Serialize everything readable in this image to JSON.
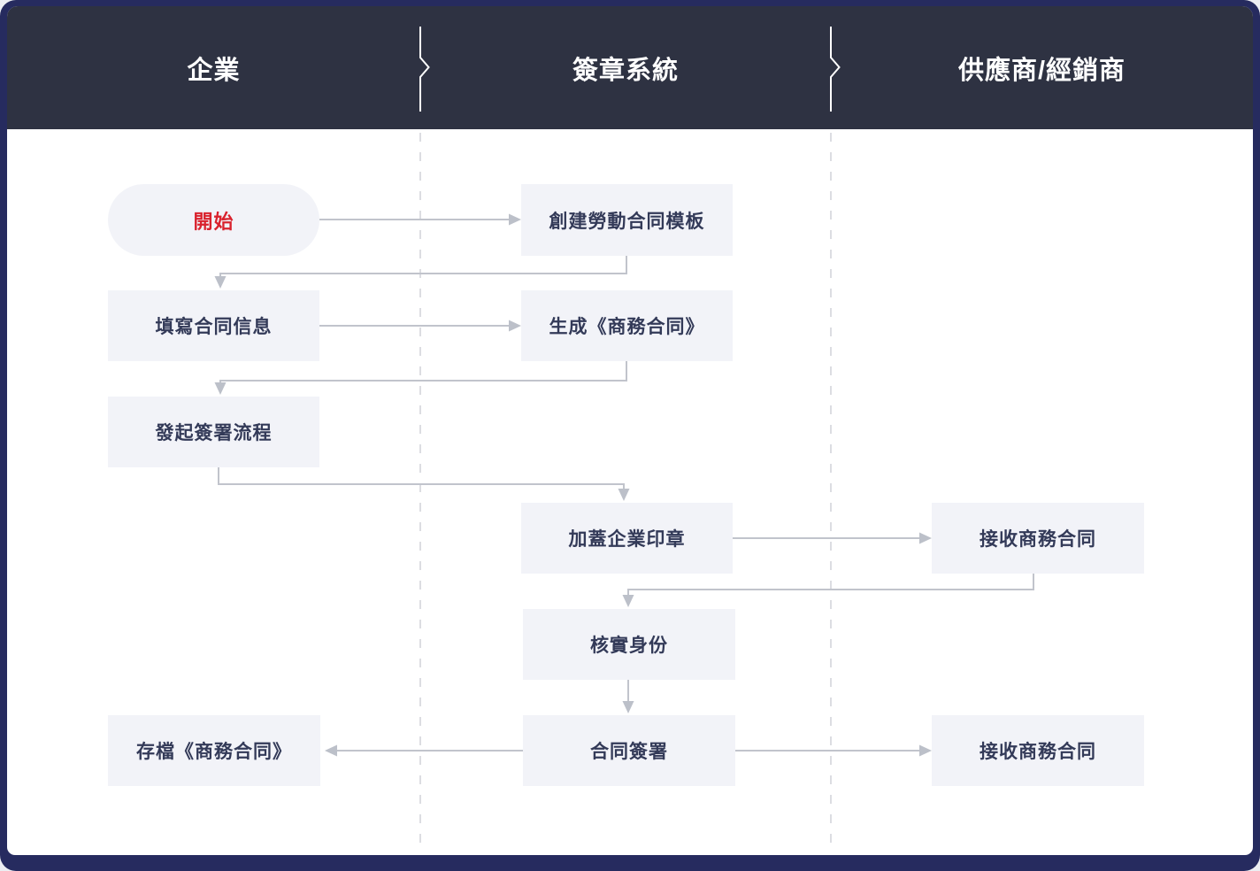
{
  "diagram": {
    "type": "swimlane-flowchart",
    "lanes": [
      {
        "id": "enterprise",
        "label": "企業"
      },
      {
        "id": "signature-system",
        "label": "簽章系統"
      },
      {
        "id": "supplier-distributor",
        "label": "供應商/經銷商"
      }
    ],
    "nodes": {
      "start": {
        "label": "開始",
        "lane": "enterprise",
        "shape": "pill"
      },
      "create_template": {
        "label": "創建勞動合同模板",
        "lane": "signature-system",
        "shape": "rect"
      },
      "fill_info": {
        "label": "填寫合同信息",
        "lane": "enterprise",
        "shape": "rect"
      },
      "generate_contract": {
        "label": "生成《商務合同》",
        "lane": "signature-system",
        "shape": "rect"
      },
      "initiate_flow": {
        "label": "發起簽署流程",
        "lane": "enterprise",
        "shape": "rect"
      },
      "stamp_seal": {
        "label": "加蓋企業印章",
        "lane": "signature-system",
        "shape": "rect"
      },
      "receive_contract_top": {
        "label": "接收商務合同",
        "lane": "supplier-distributor",
        "shape": "rect"
      },
      "verify_identity": {
        "label": "核實身份",
        "lane": "signature-system",
        "shape": "rect"
      },
      "sign_contract": {
        "label": "合同簽署",
        "lane": "signature-system",
        "shape": "rect"
      },
      "archive_contract": {
        "label": "存檔《商務合同》",
        "lane": "enterprise",
        "shape": "rect"
      },
      "receive_contract_bottom": {
        "label": "接收商務合同",
        "lane": "supplier-distributor",
        "shape": "rect"
      }
    },
    "edges": [
      {
        "from": "start",
        "to": "create_template"
      },
      {
        "from": "create_template",
        "to": "fill_info"
      },
      {
        "from": "fill_info",
        "to": "generate_contract"
      },
      {
        "from": "generate_contract",
        "to": "initiate_flow"
      },
      {
        "from": "initiate_flow",
        "to": "stamp_seal"
      },
      {
        "from": "stamp_seal",
        "to": "receive_contract_top"
      },
      {
        "from": "receive_contract_top",
        "to": "verify_identity"
      },
      {
        "from": "verify_identity",
        "to": "sign_contract"
      },
      {
        "from": "sign_contract",
        "to": "archive_contract"
      },
      {
        "from": "sign_contract",
        "to": "receive_contract_bottom"
      }
    ],
    "colors": {
      "frame": "#262b5f",
      "header_bg": "#2e3242",
      "header_text": "#ffffff",
      "body_bg": "#ffffff",
      "node_bg": "#f2f3f8",
      "node_text": "#333a58",
      "start_text": "#d9232e",
      "arrow": "#c1c4cc",
      "lane_divider": "#dcdde2"
    }
  }
}
